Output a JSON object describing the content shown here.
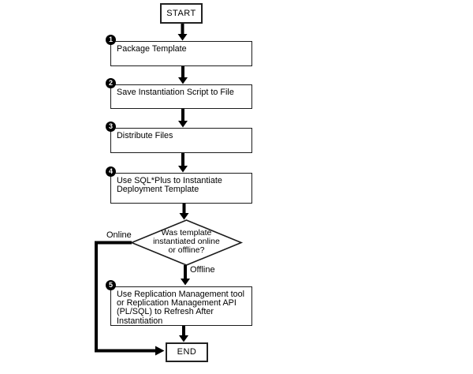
{
  "diagram": {
    "start": {
      "label": "START"
    },
    "end": {
      "label": "END"
    },
    "steps": [
      {
        "num": "1",
        "label": "Package Template"
      },
      {
        "num": "2",
        "label": "Save Instantiation Script to File"
      },
      {
        "num": "3",
        "label": "Distribute Files"
      },
      {
        "num": "4",
        "label": "Use SQL*Plus to Instantiate\nDeployment Template"
      },
      {
        "num": "5",
        "label": "Use Replication Management tool\nor Replication Management API\n(PL/SQL) to Refresh After\nInstantiation"
      }
    ],
    "decision": {
      "question": "Was template\ninstantiated online\nor offline?",
      "online_label": "Online",
      "offline_label": "Offline"
    },
    "colors": {
      "line": "#000000",
      "background": "#ffffff"
    }
  }
}
